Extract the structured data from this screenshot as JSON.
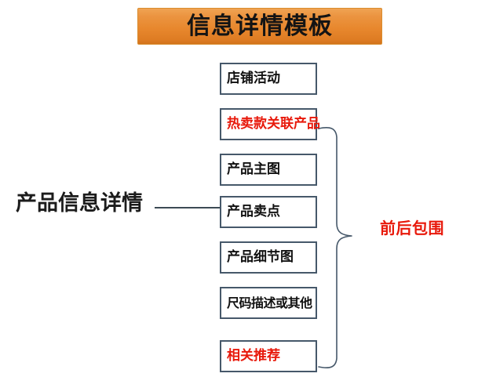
{
  "diagram": {
    "title": {
      "text": "信息详情模板",
      "background_color": "#e8882e",
      "border_color": "#d98c2e",
      "text_color": "#141414"
    },
    "main_label": {
      "text": "产品信息详情",
      "color": "#1c1c1c"
    },
    "connector": {
      "name": "horizontal-connector-line",
      "color": "#3c4a55"
    },
    "boxes": [
      {
        "text": "店铺活动",
        "color": "#111111",
        "emphasis": "normal"
      },
      {
        "text": "热卖款关联产品",
        "color": "#e8190b",
        "emphasis": "highlight"
      },
      {
        "text": "产品主图",
        "color": "#111111",
        "emphasis": "normal"
      },
      {
        "text": "产品卖点",
        "color": "#111111",
        "emphasis": "normal"
      },
      {
        "text": "产品细节图",
        "color": "#111111",
        "emphasis": "normal"
      },
      {
        "text": "尺码描述或其他",
        "color": "#111111",
        "emphasis": "normal"
      },
      {
        "text": "相关推荐",
        "color": "#e8190b",
        "emphasis": "highlight"
      }
    ],
    "brace": {
      "name": "right-curly-brace",
      "color": "#46586a",
      "spans_boxes": "热卖款关联产品 - 相关推荐"
    },
    "brace_label": {
      "text": "前后包围",
      "color": "#e8190b"
    }
  }
}
